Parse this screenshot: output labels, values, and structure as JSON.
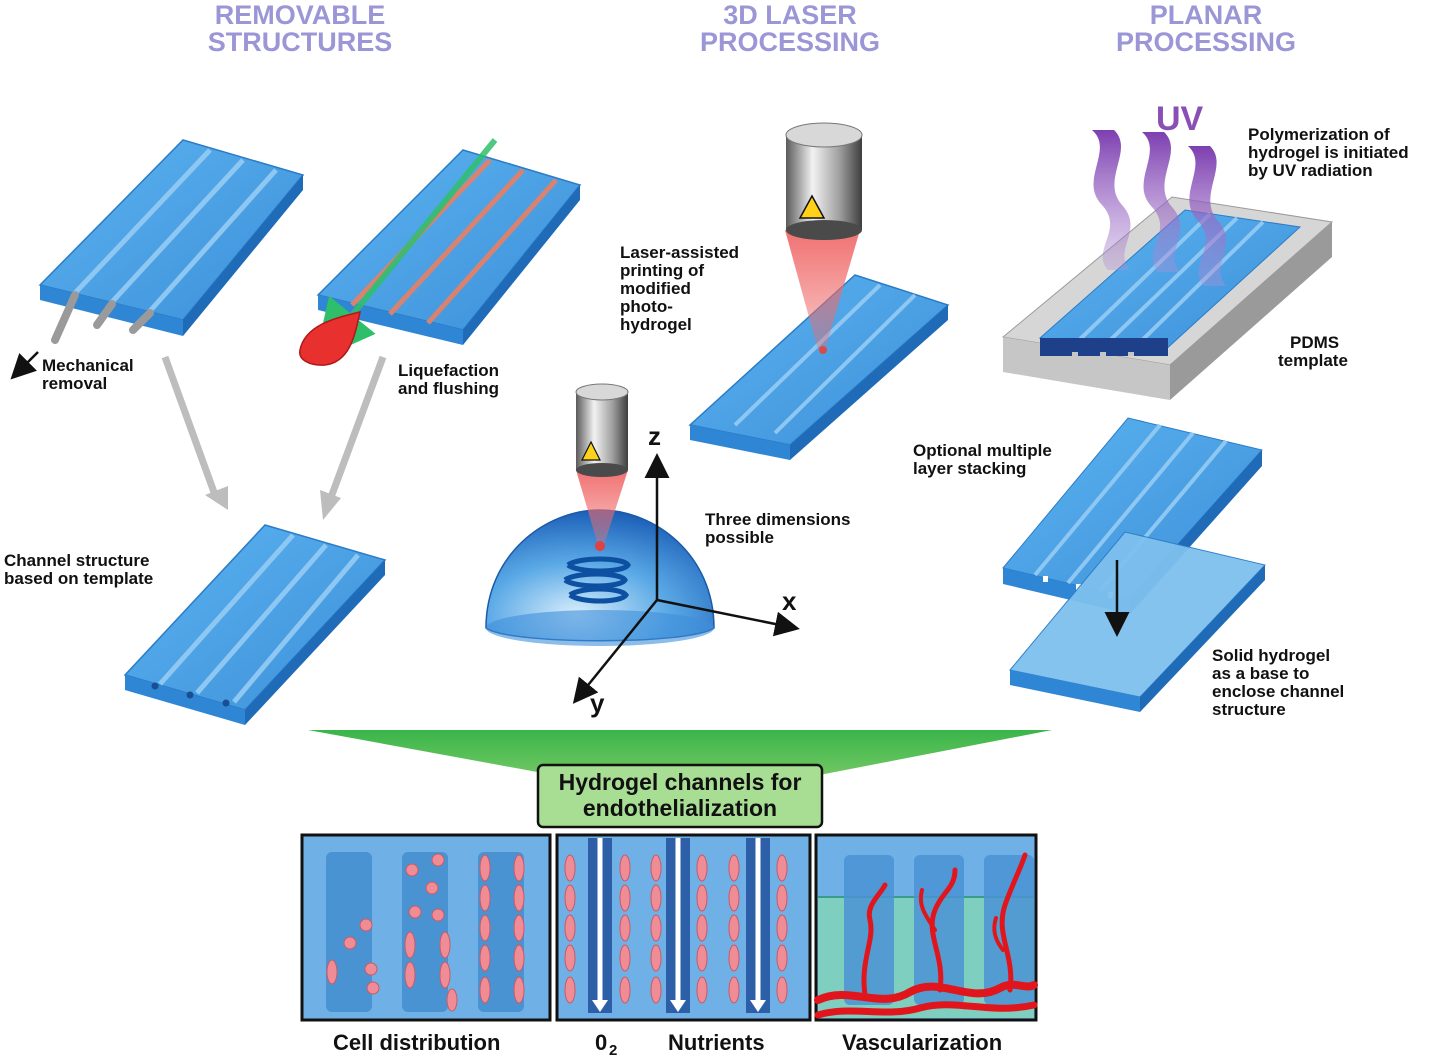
{
  "colors": {
    "section_title": "#9b96d6",
    "hydrogel": "#4aa3e8",
    "uv": "#8a4fb5",
    "cells": "#f08c96",
    "vessels": "#e0161c",
    "green_funnel": "#6cc24a",
    "box_fill": "#a8dd94",
    "arrow_grey": "#bdbdbd"
  },
  "sections": {
    "removable": [
      "REMOVABLE",
      "STRUCTURES"
    ],
    "laser": [
      "3D LASER",
      "PROCESSING"
    ],
    "planar": [
      "PLANAR",
      "PROCESSING"
    ]
  },
  "removable": {
    "mechanical": [
      "Mechanical",
      "removal"
    ],
    "liquefaction": [
      "Liquefaction",
      "and flushing"
    ],
    "channel_structure": [
      "Channel structure",
      "based on template"
    ]
  },
  "laser": {
    "assisted": [
      "Laser-assisted",
      "printing of",
      "modified",
      "photo-",
      "hydrogel"
    ],
    "three_dims": [
      "Three dimensions",
      "possible"
    ],
    "axes": {
      "z": "z",
      "x": "x",
      "y": "y"
    }
  },
  "planar": {
    "uv": "UV",
    "polymerization": [
      "Polymerization of",
      "hydrogel is initiated",
      "by UV radiation"
    ],
    "pdms": [
      "PDMS",
      "template"
    ],
    "stacking": [
      "Optional multiple",
      "layer stacking"
    ],
    "solid": [
      "Solid hydrogel",
      "as a base to",
      "enclose channel",
      "structure"
    ]
  },
  "result_box": [
    "Hydrogel channels for",
    "endothelialization"
  ],
  "captions": {
    "cell_distribution": "Cell distribution",
    "o2": "0",
    "o2_sub": "2",
    "nutrients": "Nutrients",
    "vascularization": "Vascularization"
  }
}
